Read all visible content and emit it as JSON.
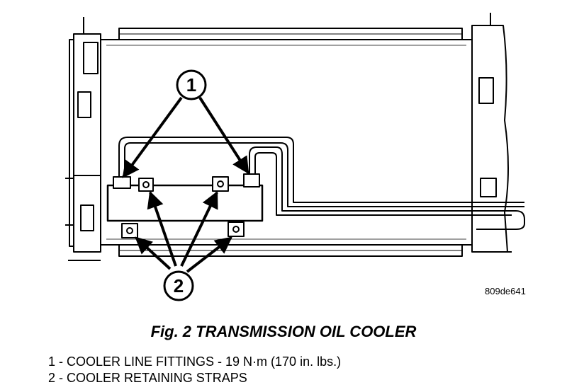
{
  "figure": {
    "code": "809de641",
    "title": "Fig. 2 TRANSMISSION OIL COOLER",
    "callouts": [
      {
        "number": "1",
        "legend": "1 - COOLER LINE FITTINGS - 19 N·m (170 in. lbs.)"
      },
      {
        "number": "2",
        "legend": "2 - COOLER RETAINING STRAPS"
      }
    ]
  }
}
